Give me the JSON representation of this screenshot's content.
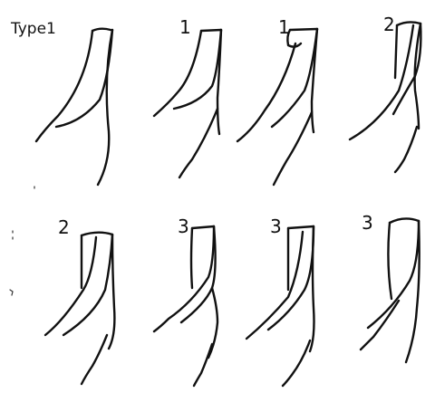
{
  "labels": [
    "Type1",
    "1",
    "1",
    "2",
    "2",
    "3",
    "3",
    "3"
  ]
}
